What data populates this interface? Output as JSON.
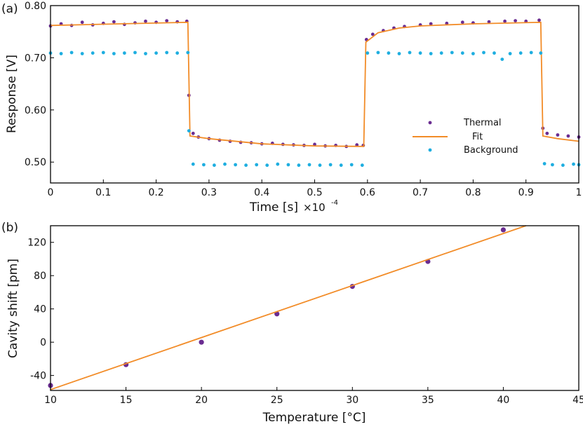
{
  "chart_data": [
    {
      "panel_label": "(a)",
      "type": "scatter",
      "xlabel": "Time [s]",
      "x_multiplier": "×10",
      "x_multiplier_exponent": "-4",
      "ylabel": "Response [V]",
      "xlim": [
        0,
        1
      ],
      "ylim": [
        0.46,
        0.8
      ],
      "xticks": [
        0,
        0.1,
        0.2,
        0.3,
        0.4,
        0.5,
        0.6,
        0.7,
        0.8,
        0.9,
        1
      ],
      "xtick_labels": [
        "0",
        "0.1",
        "0.2",
        "0.3",
        "0.4",
        "0.5",
        "0.6",
        "0.7",
        "0.8",
        "0.9",
        "1"
      ],
      "yticks": [
        0.5,
        0.6,
        0.7,
        0.8
      ],
      "ytick_labels": [
        "0.50",
        "0.60",
        "0.70",
        "0.80"
      ],
      "grid": false,
      "legend_position": "right",
      "series": [
        {
          "name": "Thermal",
          "kind": "scatter",
          "color": "#6a2c91",
          "points": [
            [
              0.0,
              0.761
            ],
            [
              0.02,
              0.765
            ],
            [
              0.04,
              0.762
            ],
            [
              0.06,
              0.768
            ],
            [
              0.08,
              0.763
            ],
            [
              0.1,
              0.766
            ],
            [
              0.12,
              0.769
            ],
            [
              0.14,
              0.764
            ],
            [
              0.16,
              0.767
            ],
            [
              0.18,
              0.77
            ],
            [
              0.2,
              0.768
            ],
            [
              0.22,
              0.771
            ],
            [
              0.24,
              0.769
            ],
            [
              0.258,
              0.77
            ],
            [
              0.262,
              0.628
            ],
            [
              0.27,
              0.555
            ],
            [
              0.28,
              0.548
            ],
            [
              0.3,
              0.545
            ],
            [
              0.32,
              0.542
            ],
            [
              0.34,
              0.54
            ],
            [
              0.36,
              0.538
            ],
            [
              0.38,
              0.537
            ],
            [
              0.4,
              0.535
            ],
            [
              0.42,
              0.536
            ],
            [
              0.44,
              0.534
            ],
            [
              0.46,
              0.533
            ],
            [
              0.48,
              0.532
            ],
            [
              0.5,
              0.534
            ],
            [
              0.52,
              0.531
            ],
            [
              0.54,
              0.532
            ],
            [
              0.56,
              0.53
            ],
            [
              0.58,
              0.533
            ],
            [
              0.592,
              0.532
            ],
            [
              0.598,
              0.735
            ],
            [
              0.61,
              0.745
            ],
            [
              0.63,
              0.752
            ],
            [
              0.65,
              0.757
            ],
            [
              0.67,
              0.76
            ],
            [
              0.7,
              0.763
            ],
            [
              0.72,
              0.765
            ],
            [
              0.75,
              0.766
            ],
            [
              0.78,
              0.768
            ],
            [
              0.8,
              0.767
            ],
            [
              0.83,
              0.769
            ],
            [
              0.86,
              0.77
            ],
            [
              0.88,
              0.771
            ],
            [
              0.9,
              0.77
            ],
            [
              0.925,
              0.772
            ],
            [
              0.932,
              0.565
            ],
            [
              0.94,
              0.555
            ],
            [
              0.96,
              0.552
            ],
            [
              0.98,
              0.55
            ],
            [
              1.0,
              0.548
            ]
          ]
        },
        {
          "name": "Fit",
          "kind": "line",
          "color": "#f28c28",
          "points": [
            [
              0.0,
              0.762
            ],
            [
              0.26,
              0.768
            ],
            [
              0.264,
              0.55
            ],
            [
              0.3,
              0.545
            ],
            [
              0.4,
              0.535
            ],
            [
              0.5,
              0.531
            ],
            [
              0.593,
              0.53
            ],
            [
              0.597,
              0.73
            ],
            [
              0.62,
              0.748
            ],
            [
              0.66,
              0.757
            ],
            [
              0.7,
              0.761
            ],
            [
              0.8,
              0.765
            ],
            [
              0.928,
              0.768
            ],
            [
              0.932,
              0.55
            ],
            [
              0.96,
              0.545
            ],
            [
              1.0,
              0.54
            ]
          ]
        },
        {
          "name": "Background",
          "kind": "scatter",
          "color": "#1eaee0",
          "points": [
            [
              0.0,
              0.709
            ],
            [
              0.02,
              0.708
            ],
            [
              0.04,
              0.71
            ],
            [
              0.06,
              0.708
            ],
            [
              0.08,
              0.709
            ],
            [
              0.1,
              0.71
            ],
            [
              0.12,
              0.708
            ],
            [
              0.14,
              0.709
            ],
            [
              0.16,
              0.71
            ],
            [
              0.18,
              0.708
            ],
            [
              0.2,
              0.709
            ],
            [
              0.22,
              0.71
            ],
            [
              0.24,
              0.709
            ],
            [
              0.26,
              0.71
            ],
            [
              0.262,
              0.56
            ],
            [
              0.27,
              0.496
            ],
            [
              0.29,
              0.495
            ],
            [
              0.31,
              0.494
            ],
            [
              0.33,
              0.496
            ],
            [
              0.35,
              0.495
            ],
            [
              0.37,
              0.494
            ],
            [
              0.39,
              0.495
            ],
            [
              0.41,
              0.494
            ],
            [
              0.43,
              0.496
            ],
            [
              0.45,
              0.495
            ],
            [
              0.47,
              0.494
            ],
            [
              0.49,
              0.495
            ],
            [
              0.51,
              0.494
            ],
            [
              0.53,
              0.495
            ],
            [
              0.55,
              0.494
            ],
            [
              0.57,
              0.495
            ],
            [
              0.59,
              0.494
            ],
            [
              0.6,
              0.709
            ],
            [
              0.62,
              0.71
            ],
            [
              0.64,
              0.709
            ],
            [
              0.66,
              0.708
            ],
            [
              0.68,
              0.71
            ],
            [
              0.7,
              0.709
            ],
            [
              0.72,
              0.708
            ],
            [
              0.74,
              0.709
            ],
            [
              0.76,
              0.71
            ],
            [
              0.78,
              0.709
            ],
            [
              0.8,
              0.708
            ],
            [
              0.82,
              0.71
            ],
            [
              0.84,
              0.709
            ],
            [
              0.855,
              0.697
            ],
            [
              0.87,
              0.708
            ],
            [
              0.89,
              0.709
            ],
            [
              0.91,
              0.71
            ],
            [
              0.928,
              0.709
            ],
            [
              0.935,
              0.497
            ],
            [
              0.95,
              0.495
            ],
            [
              0.97,
              0.494
            ],
            [
              0.99,
              0.496
            ],
            [
              1.0,
              0.495
            ]
          ]
        }
      ]
    },
    {
      "panel_label": "(b)",
      "type": "scatter",
      "xlabel": "Temperature [°C]",
      "ylabel": "Cavity shift [pm]",
      "xlim": [
        10,
        45
      ],
      "ylim": [
        -58,
        140
      ],
      "xticks": [
        10,
        15,
        20,
        25,
        30,
        35,
        40,
        45
      ],
      "xtick_labels": [
        "10",
        "15",
        "20",
        "25",
        "30",
        "35",
        "40",
        "45"
      ],
      "yticks": [
        -40,
        0,
        40,
        80,
        120
      ],
      "ytick_labels": [
        "-40",
        "0",
        "40",
        "80",
        "120"
      ],
      "grid": false,
      "series": [
        {
          "kind": "scatter",
          "color": "#6a2c91",
          "x": [
            10,
            15,
            20,
            25,
            30,
            35,
            40
          ],
          "y": [
            -52,
            -27,
            0,
            34,
            67,
            97,
            135
          ]
        },
        {
          "kind": "line",
          "color": "#f28c28",
          "x": [
            10,
            41.5
          ],
          "y": [
            -57,
            140
          ]
        }
      ]
    }
  ]
}
